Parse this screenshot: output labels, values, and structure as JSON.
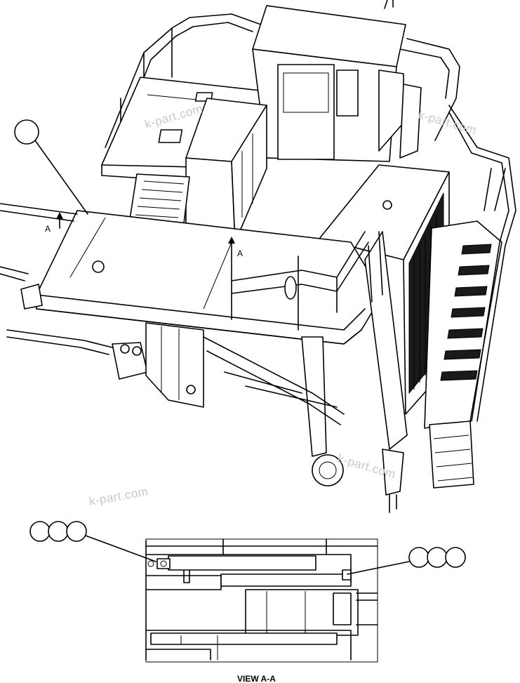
{
  "section_markers": {
    "left": "A",
    "right": "A"
  },
  "view_caption": "VIEW A-A",
  "watermark": "k-part.com",
  "callouts": {
    "top_count": 1,
    "view_left_count": 3,
    "view_right_count": 3
  },
  "colors": {
    "line": "#000000",
    "background": "#ffffff",
    "watermark": "#c9c9c9"
  }
}
